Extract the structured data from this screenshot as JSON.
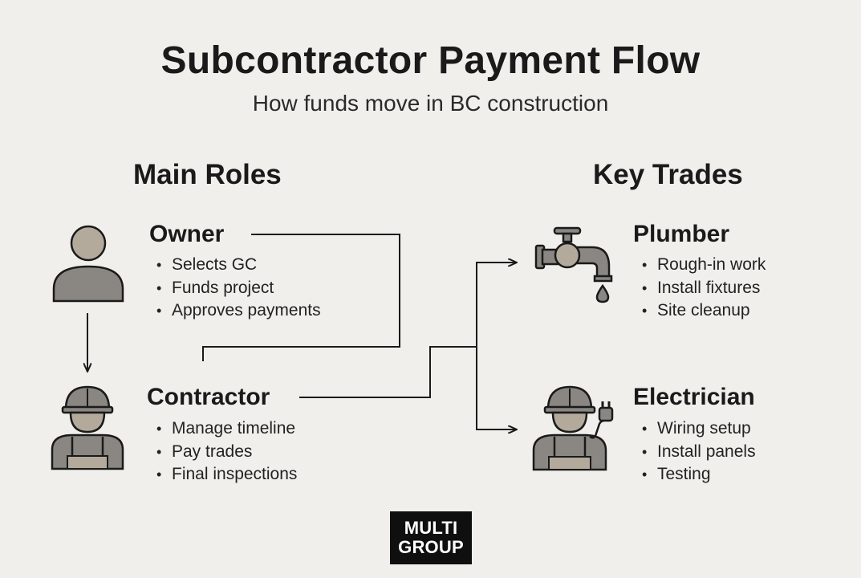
{
  "title": "Subcontractor Payment Flow",
  "subtitle": "How funds move in BC construction",
  "sections": {
    "left": "Main Roles",
    "right": "Key Trades"
  },
  "roles": {
    "owner": {
      "title": "Owner",
      "items": [
        "Selects GC",
        "Funds project",
        "Approves payments"
      ],
      "icon": "person-icon"
    },
    "contractor": {
      "title": "Contractor",
      "items": [
        "Manage timeline",
        "Pay trades",
        "Final inspections"
      ],
      "icon": "construction-worker-icon"
    }
  },
  "trades": {
    "plumber": {
      "title": "Plumber",
      "items": [
        "Rough-in work",
        "Install fixtures",
        "Site cleanup"
      ],
      "icon": "faucet-icon"
    },
    "electrician": {
      "title": "Electrician",
      "items": [
        "Wiring setup",
        "Install panels",
        "Testing"
      ],
      "icon": "electrician-plug-icon"
    }
  },
  "logo": {
    "line1": "MULTI",
    "line2": "GROUP"
  },
  "colors": {
    "background": "#f1efeb",
    "icon_fill": "#b3aa9b",
    "icon_dark": "#8a8782",
    "line": "#1a1a1a"
  }
}
